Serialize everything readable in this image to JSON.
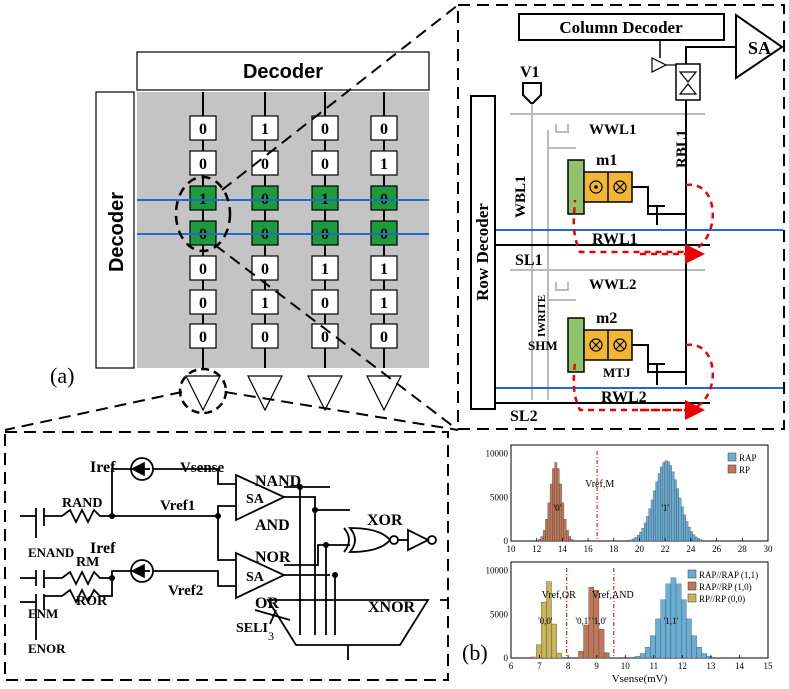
{
  "array": {
    "top_decoder": "Decoder",
    "left_decoder": "Decoder",
    "grid": [
      [
        "0",
        "1",
        "0",
        "0"
      ],
      [
        "0",
        "0",
        "0",
        "1"
      ],
      [
        "1",
        "0",
        "1",
        "0"
      ],
      [
        "0",
        "0",
        "0",
        "0"
      ],
      [
        "0",
        "0",
        "1",
        "1"
      ],
      [
        "0",
        "1",
        "0",
        "1"
      ],
      [
        "0",
        "0",
        "0",
        "0"
      ]
    ],
    "highlighted_rows": [
      2,
      3
    ],
    "label_a": "(a)"
  },
  "circuit": {
    "column_decoder": "Column Decoder",
    "sa": "SA",
    "v1": "V1",
    "row_decoder": "Row Decoder",
    "wwl1": "WWL1",
    "wbl1": "WBL1",
    "m1": "m1",
    "rbl1": "RBL1",
    "rwl1": "RWL1",
    "sl1": "SL1",
    "wwl2": "WWL2",
    "iwrite": "IWRITE",
    "m2": "m2",
    "shm": "SHM",
    "mtj": "MTJ",
    "rwl2": "RWL2",
    "sl2": "SL2"
  },
  "sense": {
    "iref1": "Iref",
    "iref2": "Iref",
    "vsense": "Vsense",
    "vref1": "Vref1",
    "vref2": "Vref2",
    "rand": "RAND",
    "rm": "RM",
    "ror": "ROR",
    "enand": "ENAND",
    "enm": "ENM",
    "enor": "ENOR",
    "sa1": "SA",
    "sa2": "SA",
    "nand": "NAND",
    "and": "AND",
    "nor": "NOR",
    "or": "OR",
    "xor": "XOR",
    "xnor": "XNOR",
    "sel": "SELI",
    "bus_width": "3"
  },
  "hist_top": {
    "legend": [
      "RAP",
      "RP"
    ],
    "colors": [
      "#6aaed6",
      "#c0785a"
    ],
    "xticks": [
      "10",
      "12",
      "14",
      "16",
      "18",
      "20",
      "22",
      "24",
      "26",
      "28",
      "30"
    ],
    "yticks": [
      "10000",
      "5000",
      "0"
    ],
    "vref_label": "Vref,M",
    "peak_labels": [
      "'0'",
      "'1'"
    ]
  },
  "hist_bottom": {
    "legend": [
      "RAP//RAP (1,1)",
      "RAP//RP (1,0)",
      "RP//RP (0,0)"
    ],
    "colors": [
      "#6aaed6",
      "#c0785a",
      "#c9b45a"
    ],
    "xticks": [
      "6",
      "7",
      "8",
      "9",
      "10",
      "11",
      "12",
      "13",
      "14",
      "15"
    ],
    "yticks": [
      "10000",
      "5000",
      "0"
    ],
    "vref_labels": [
      "Vref,OR",
      "Vref,AND"
    ],
    "peak_labels": [
      "'0,0'",
      "'0,1' '1,0'",
      "'1,1'"
    ],
    "xlabel": "Vsense(mV)",
    "label_b": "(b)"
  }
}
